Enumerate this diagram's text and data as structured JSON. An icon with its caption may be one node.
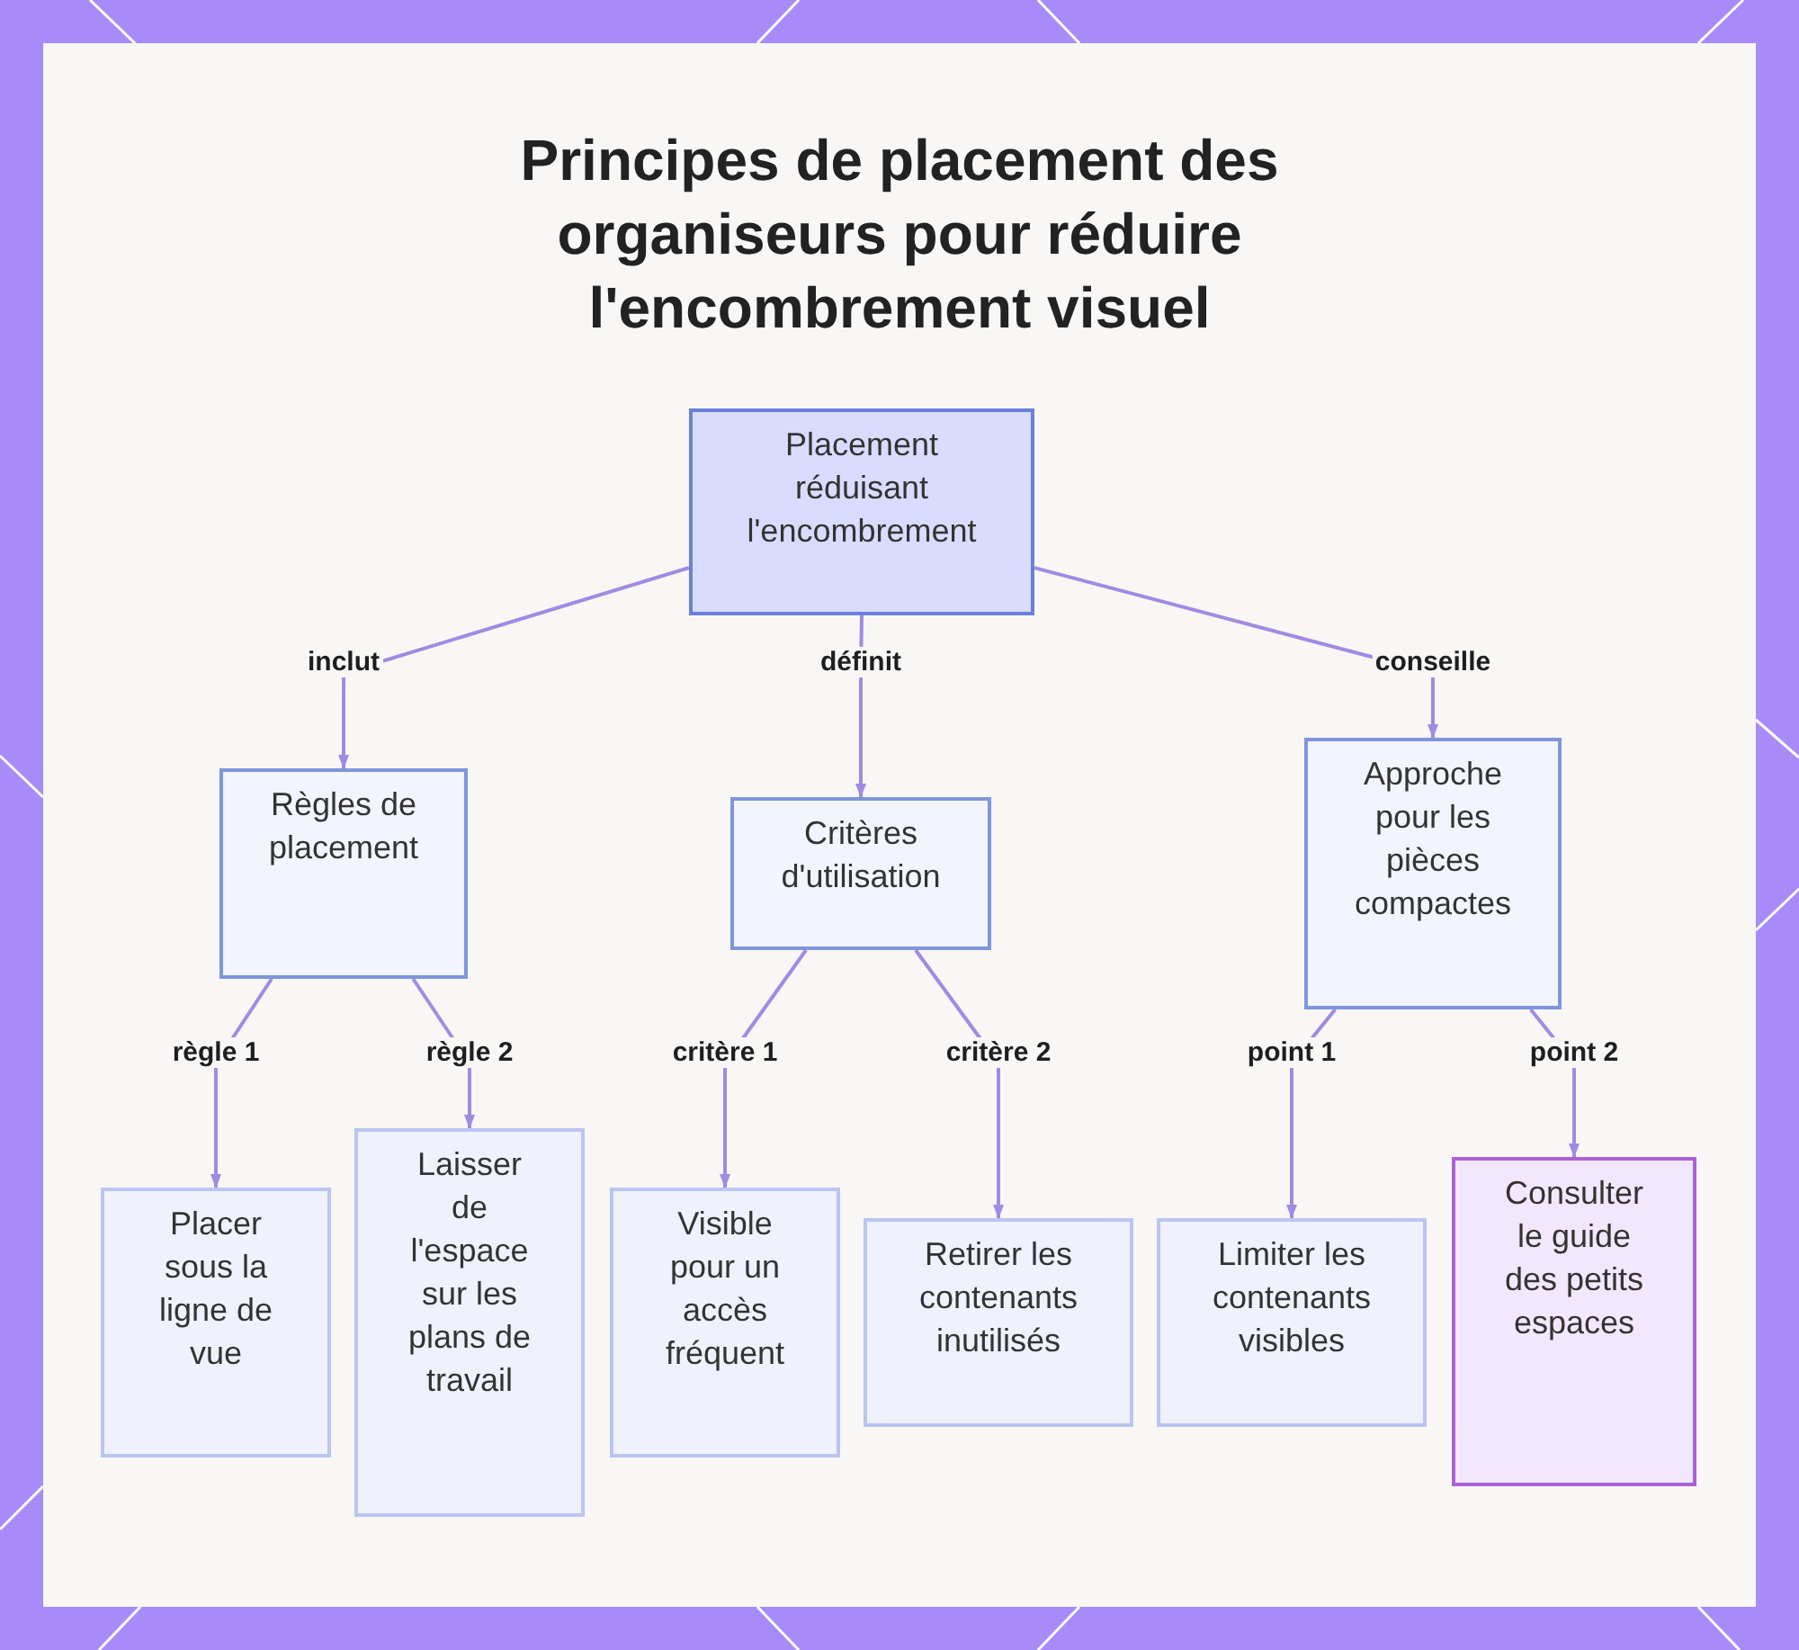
{
  "diagram": {
    "title": "Principes de placement des organiseurs pour réduire l'encombrement visuel",
    "nodes": [
      {
        "text": [
          "Placement réduisant l'encombrement"
        ]
      },
      {
        "text": [
          "Règles de placement"
        ]
      },
      {
        "text": [
          "Critères d'utilisation"
        ]
      },
      {
        "text": [
          "Approche pour les pièces compactes"
        ]
      },
      {
        "text": [
          "Placer sous la ligne de vue"
        ]
      },
      {
        "text": [
          "Laisser de l'espace sur les plans de travail"
        ]
      },
      {
        "text": [
          "Visible pour un accès fréquent"
        ]
      },
      {
        "text": [
          "Retirer les contenants inutilisés"
        ]
      },
      {
        "text": [
          "Limiter les contenants visibles"
        ]
      },
      {
        "text": [
          "Consulter le guide des petits espaces"
        ]
      }
    ],
    "edges": [
      {
        "from": 0,
        "to": 1,
        "arrow": "to",
        "label": "inclut"
      },
      {
        "from": 0,
        "to": 2,
        "arrow": "to",
        "label": "définit"
      },
      {
        "from": 0,
        "to": 3,
        "arrow": "to",
        "label": "conseille"
      },
      {
        "from": 1,
        "to": 4,
        "arrow": "to",
        "label": "règle 1"
      },
      {
        "from": 1,
        "to": 5,
        "arrow": "to",
        "label": "règle 2"
      },
      {
        "from": 2,
        "to": 6,
        "arrow": "to",
        "label": "critère 1"
      },
      {
        "from": 2,
        "to": 7,
        "arrow": "to",
        "label": "critère 2"
      },
      {
        "from": 3,
        "to": 8,
        "arrow": "to",
        "label": "point 1"
      },
      {
        "from": 3,
        "to": 9,
        "arrow": "to",
        "label": "point 2"
      }
    ]
  }
}
